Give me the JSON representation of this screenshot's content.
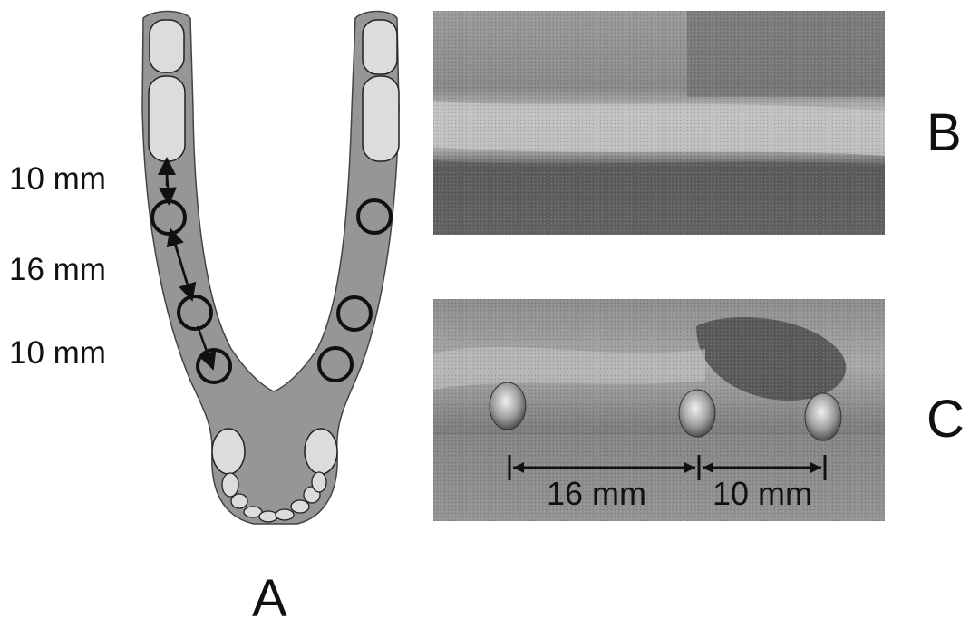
{
  "diagram": {
    "measurements": [
      "10 mm",
      "16 mm",
      "10 mm"
    ]
  },
  "panels": {
    "a_label": "A",
    "b_label": "B",
    "c_label": "C"
  },
  "photo_c": {
    "left_span": "16 mm",
    "right_span": "10 mm"
  },
  "colors": {
    "jaw": "#969696",
    "tooth": "#dcdcdc",
    "outline": "#111111",
    "photo_dark": "#3f3f3f",
    "photo_mid": "#8a8a8a",
    "photo_light": "#c8c8c8"
  }
}
